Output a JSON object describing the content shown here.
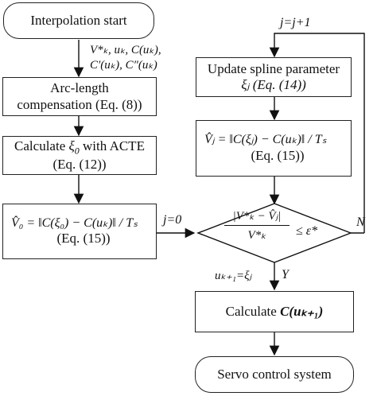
{
  "nodes": {
    "start": "Interpolation start",
    "arc_line1": "Arc-length",
    "arc_line2": "compensation (Eq. (8))",
    "calc_xi_pre": "Calculate",
    "calc_xi_sym": "ξ",
    "calc_xi_sub": "0",
    "calc_xi_post": " with ACTE",
    "calc_xi_line2": "(Eq. (12))",
    "v0_line1": "V̂₀ = ‖C(ξ₀) − C(uₖ)‖ / Tₛ",
    "v0_line2": "(Eq. (15))",
    "update_line1": "Update spline parameter",
    "update_line2": "ξⱼ  (Eq. (14))",
    "vj_line1": "V̂ⱼ = ‖C(ξⱼ) − C(uₖ)‖ / Tₛ",
    "vj_line2": "(Eq. (15))",
    "calc_c_pre": "Calculate ",
    "calc_c_math": "C(uₖ₊₁)",
    "servo": "Servo control system"
  },
  "decision": {
    "numerator": "|V*ₖ − V̂ⱼ|",
    "denominator": "V*ₖ",
    "relation": "≤ ε*"
  },
  "labels": {
    "inputs_line1": "V*ₖ, uₖ, C(uₖ),",
    "inputs_line2": "C′(uₖ), C″(uₖ)",
    "j_incr": "j=j+1",
    "j_zero": "j=0",
    "no": "N",
    "yes": "Y",
    "assign": "uₖ₊₁=ξⱼ"
  }
}
